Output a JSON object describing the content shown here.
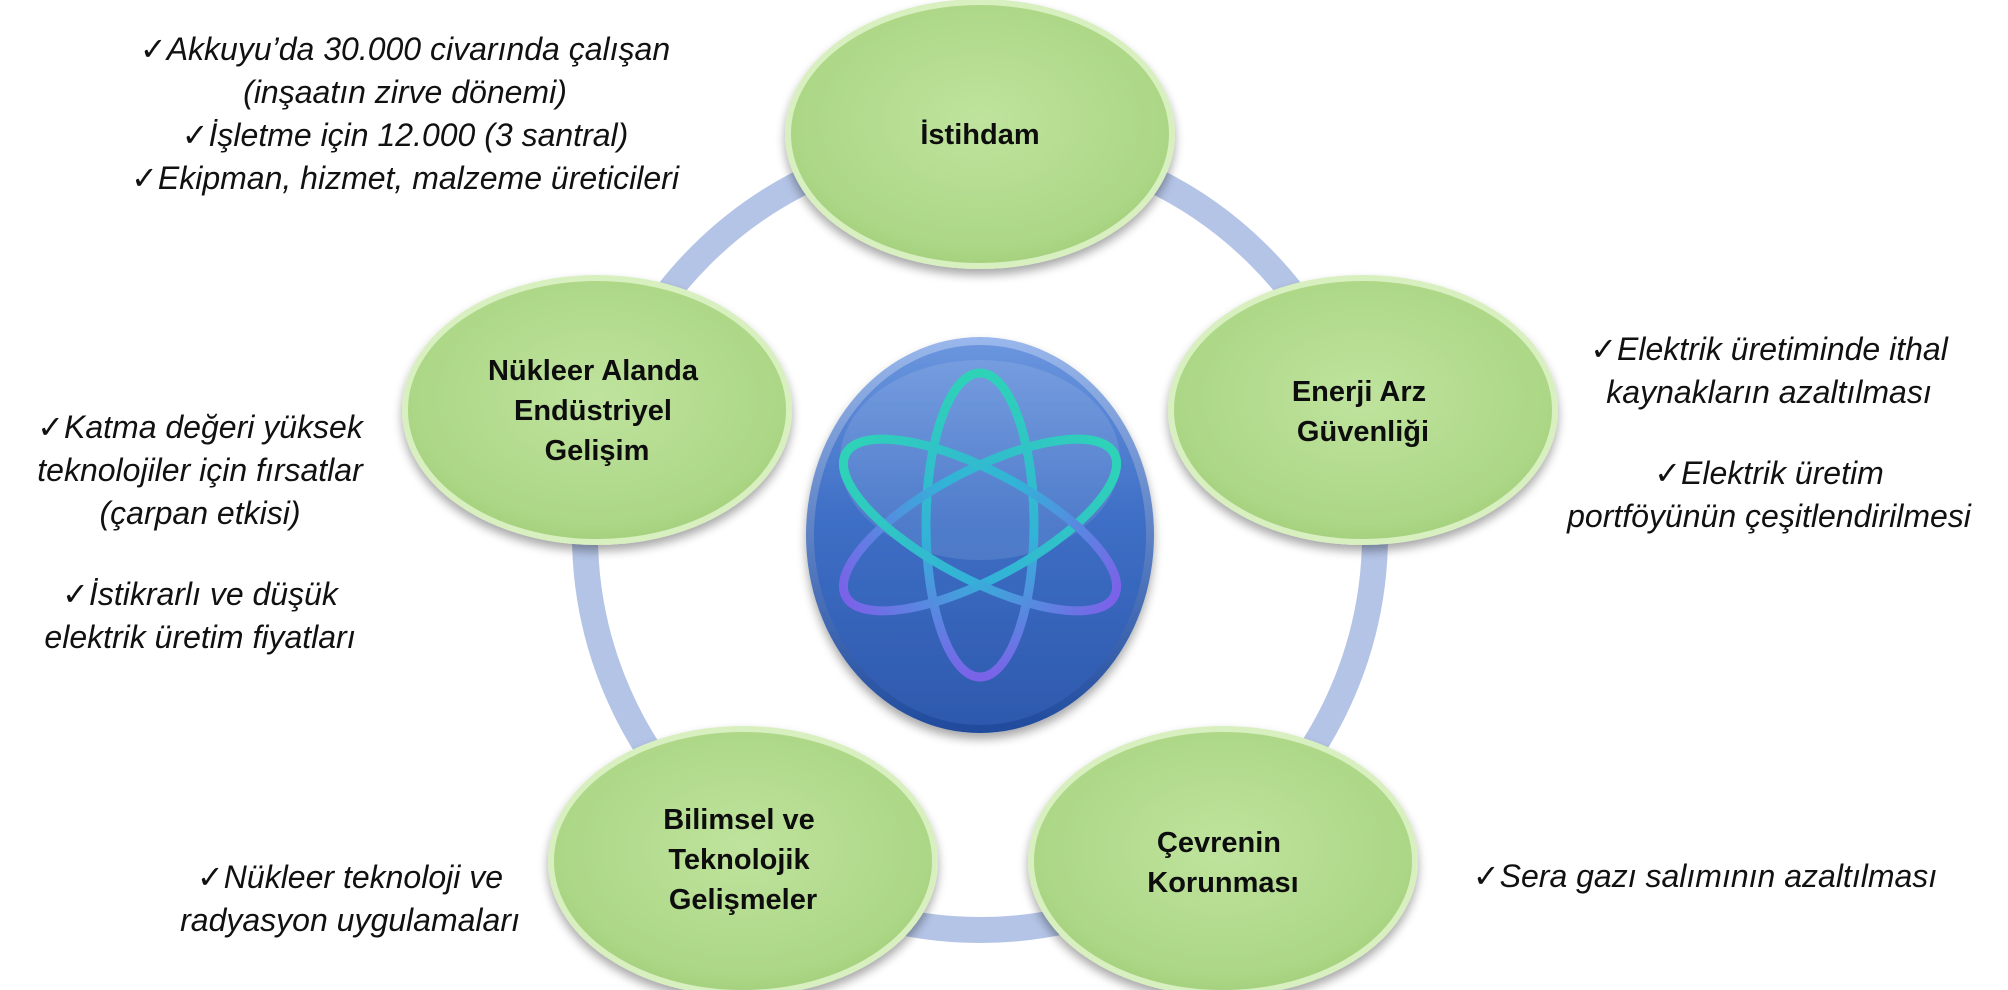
{
  "nodes": {
    "istihdam": [
      "İstihdam"
    ],
    "enerji": [
      "Enerji Arz",
      "Güvenliği"
    ],
    "cevre": [
      "Çevrenin",
      "Korunması"
    ],
    "bilimsel": [
      "Bilimsel ve",
      "Teknolojik",
      "Gelişmeler"
    ],
    "nukleer": [
      "Nükleer Alanda",
      "Endüstriyel",
      "Gelişim"
    ]
  },
  "notes": {
    "istihdam": [
      "✓Akkuyu’da 30.000 civarında çalışan",
      "(inşaatın zirve dönemi)",
      "✓İşletme için 12.000 (3 santral)",
      "✓Ekipman, hizmet, malzeme üreticileri"
    ],
    "enerji": [
      "✓Elektrik üretiminde ithal",
      "kaynakların azaltılması",
      "✓Elektrik üretim",
      "portföyünün çeşitlendirilmesi"
    ],
    "nukleer": [
      "✓Katma değeri yüksek",
      "teknolojiler için fırsatlar",
      "(çarpan etkisi)",
      "✓İstikrarlı ve düşük",
      "elektrik üretim fiyatları"
    ],
    "bilimsel": [
      "✓Nükleer teknoloji ve",
      "radyasyon uygulamaları"
    ],
    "cevre": [
      "✓Sera gazı salımının azaltılması"
    ]
  },
  "center_icon": "atom-icon",
  "colors": {
    "ring": "#b4c4e6",
    "node_fill": "#b3db8e",
    "node_border": "#d8efc0",
    "center_fill": "#3f72c9",
    "atom_top": "#2ed3b7",
    "atom_bottom": "#7a63e8"
  }
}
